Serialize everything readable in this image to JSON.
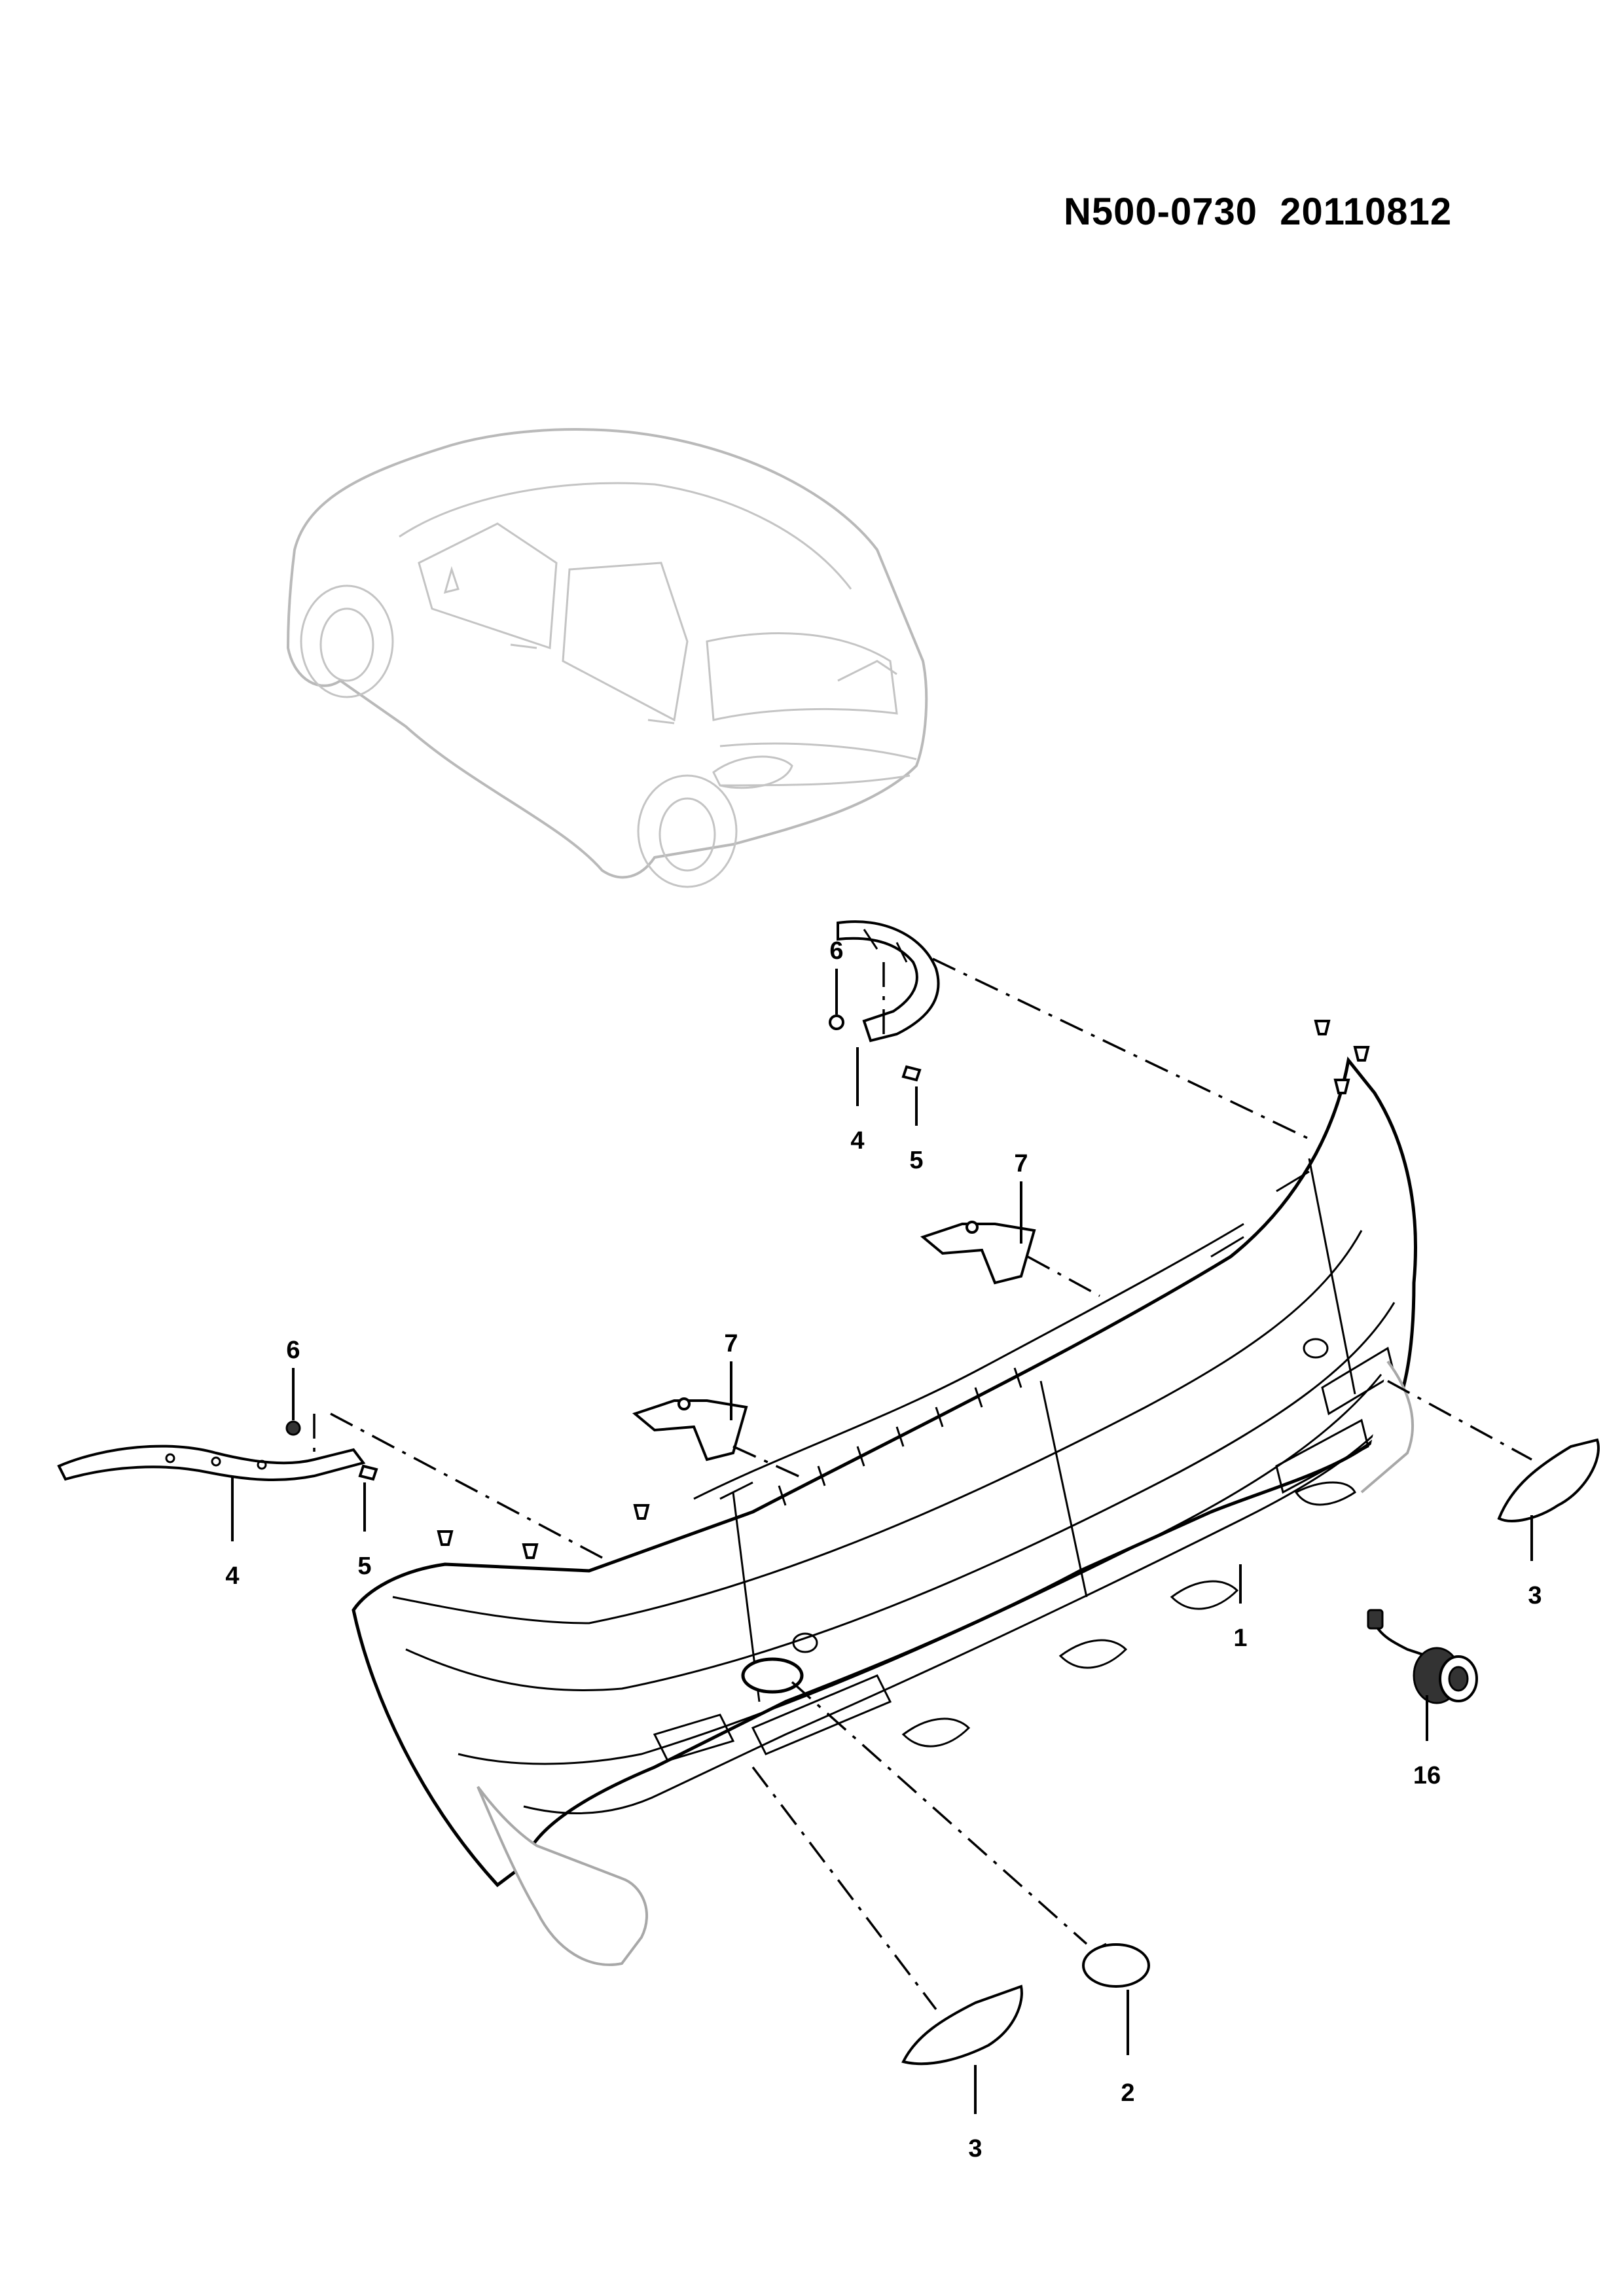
{
  "header": {
    "reference_code": "N500-0730  20110812"
  },
  "callouts": [
    {
      "id": "c1",
      "label": "1"
    },
    {
      "id": "c2",
      "label": "2"
    },
    {
      "id": "c3a",
      "label": "3"
    },
    {
      "id": "c3b",
      "label": "3"
    },
    {
      "id": "c4a",
      "label": "4"
    },
    {
      "id": "c4b",
      "label": "4"
    },
    {
      "id": "c5a",
      "label": "5"
    },
    {
      "id": "c5b",
      "label": "5"
    },
    {
      "id": "c6a",
      "label": "6"
    },
    {
      "id": "c6b",
      "label": "6"
    },
    {
      "id": "c7a",
      "label": "7"
    },
    {
      "id": "c7b",
      "label": "7"
    },
    {
      "id": "c16",
      "label": "16"
    }
  ],
  "colors": {
    "linework": "#000000",
    "context_vehicle": "#b9b9b9",
    "background": "#ffffff"
  }
}
